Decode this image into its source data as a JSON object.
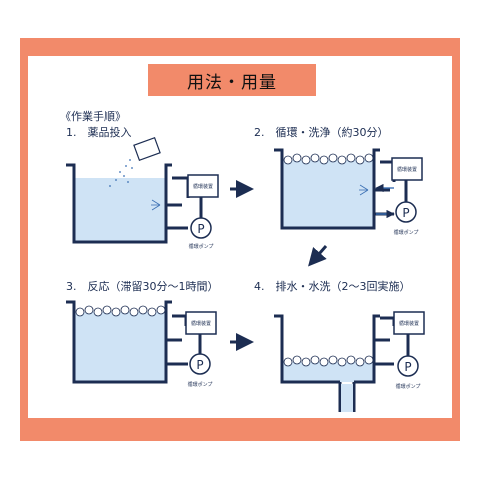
{
  "title": "用法・用量",
  "procedure_heading": "《作業手順》",
  "steps": [
    {
      "label": "1.　薬品投入"
    },
    {
      "label": "2.　循環・洗浄（約30分）"
    },
    {
      "label": "3.　反応（滞留30分〜1時間）"
    },
    {
      "label": "4.　排水・水洗（2〜3回実施）"
    }
  ],
  "pump_letter": "P",
  "device_label": "循環装置",
  "pump_caption": "循環ポンプ",
  "colors": {
    "frame": "#f28a6a",
    "water": "#cfe3f5",
    "line": "#1c2d52"
  }
}
